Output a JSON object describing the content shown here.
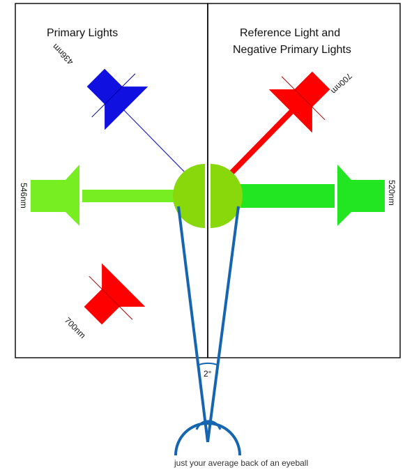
{
  "panels": {
    "left_title": "Primary Lights",
    "right_title_line1": "Reference Light and",
    "right_title_line2": "Negative Primary Lights"
  },
  "lamps": {
    "blue_primary": {
      "wavelength": "436nm",
      "color": "#1010e0"
    },
    "green_primary": {
      "wavelength": "546nm",
      "color": "#77ee22"
    },
    "red_primary": {
      "wavelength": "700nm",
      "color": "#ff0000"
    },
    "red_negative": {
      "wavelength": "700nm",
      "color": "#ff0000"
    },
    "green_reference": {
      "wavelength": "520nm",
      "color": "#22e622"
    }
  },
  "field": {
    "angle_label": "2°",
    "color": "#88d80c"
  },
  "eye": {
    "caption": "just your average back of an eyeball",
    "color": "#1565b0"
  }
}
